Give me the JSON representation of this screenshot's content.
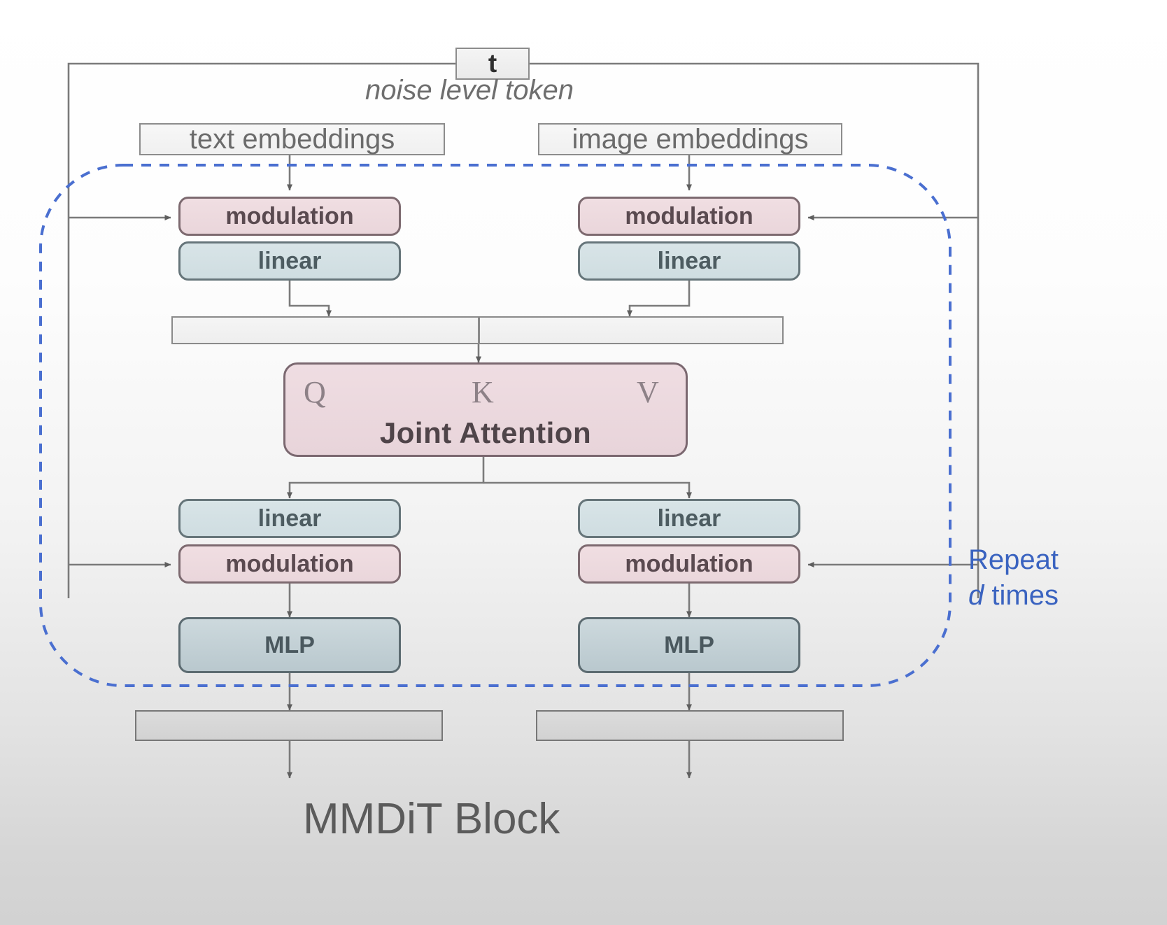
{
  "diagram": {
    "caption": "MMDiT Block",
    "noise_level_label": "noise level token",
    "repeat_line1": "Repeat",
    "repeat_italic": "d",
    "repeat_line2": "times",
    "colors": {
      "modulation_fill": "#eedce0",
      "linear_fill": "#d3e0e3",
      "mlp_fill": "#c5d3d8",
      "attention_fill": "#eddce1",
      "plain_fill": "#f3f3f3",
      "output_bar_fill": "#d7d7d7",
      "repeat_blue": "#3a63c0",
      "stroke_gray": "#6f6f6f"
    }
  },
  "nodes": {
    "t_token": "t",
    "text_embeddings": "text embeddings",
    "image_embeddings": "image embeddings",
    "text_modulation_top": "modulation",
    "image_modulation_top": "modulation",
    "text_linear_top": "linear",
    "image_linear_top": "linear",
    "text_linear_bottom": "linear",
    "image_linear_bottom": "linear",
    "text_modulation_bottom": "modulation",
    "image_modulation_bottom": "modulation",
    "text_mlp": "MLP",
    "image_mlp": "MLP",
    "attention_title": "Joint Attention",
    "attention_q": "Q",
    "attention_k": "K",
    "attention_v": "V"
  }
}
